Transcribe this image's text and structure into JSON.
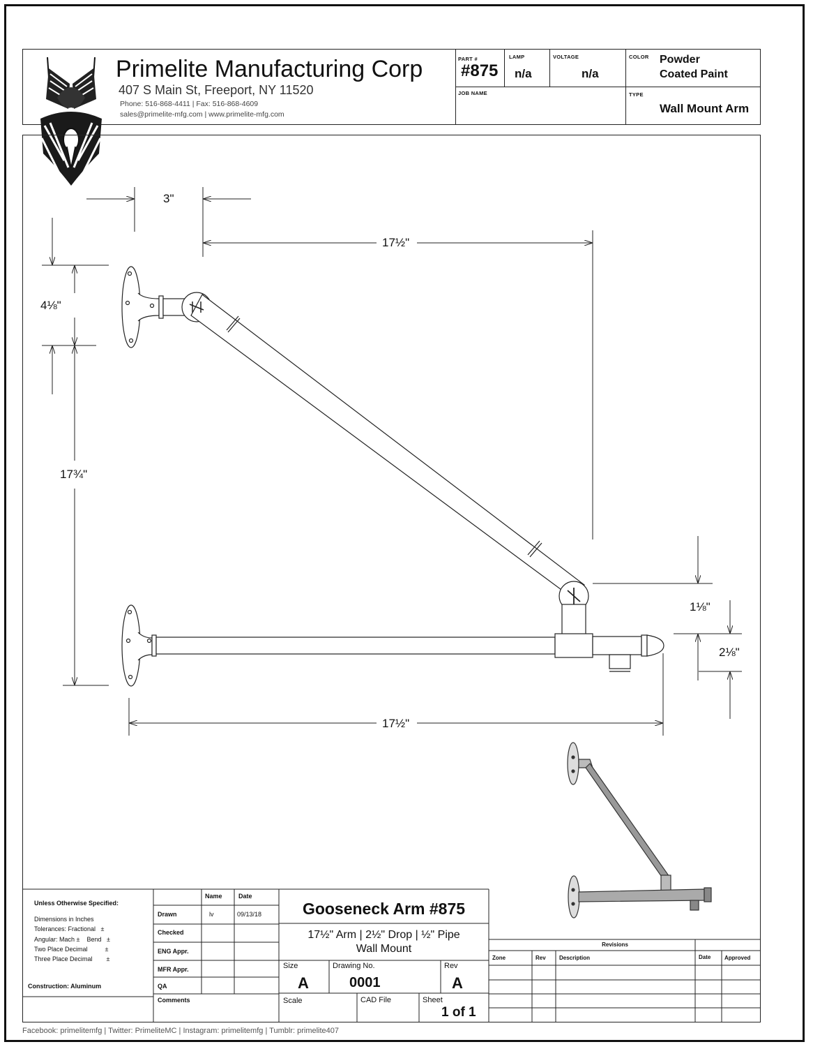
{
  "company": {
    "name": "Primelite Manufacturing Corp",
    "address": "407 S Main St, Freeport, NY 11520",
    "phone_fax": "Phone: 516-868-4411 | Fax: 516-868-4609",
    "email_web": "sales@primelite-mfg.com | www.primelite-mfg.com"
  },
  "header": {
    "part_label": "PART #",
    "part_value": "#875",
    "lamp_label": "LAMP",
    "lamp_value": "n/a",
    "voltage_label": "VOLTAGE",
    "voltage_value": "n/a",
    "color_label": "COLOR",
    "color_value_1": "Powder",
    "color_value_2": "Coated Paint",
    "job_label": "JOB NAME",
    "job_value": "",
    "type_label": "TYPE",
    "type_value": "Wall Mount Arm"
  },
  "dimensions": {
    "d_3": "3\"",
    "d_17h_top": "17½\"",
    "d_4_1_8": "4⅛\"",
    "d_17_3_4": "17¾\"",
    "d_1_1_8": "1⅛\"",
    "d_2_1_8": "2⅛\"",
    "d_17h_bottom": "17½\""
  },
  "title_block": {
    "spec_heading": "Unless Otherwise Specified:",
    "spec_lines": [
      "Dimensions in Inches",
      "Tolerances: Fractional   ±",
      "Angular: Mach ±    Bend   ±",
      "Two Place Decimal          ±",
      "Three Place Decimal        ±"
    ],
    "construction": "Construction: Aluminum",
    "col_name": "Name",
    "col_date": "Date",
    "rows": [
      {
        "label": "Drawn",
        "name": "lv",
        "date": "09/13/18"
      },
      {
        "label": "Checked",
        "name": "",
        "date": ""
      },
      {
        "label": "ENG Appr.",
        "name": "",
        "date": ""
      },
      {
        "label": "MFR Appr.",
        "name": "",
        "date": ""
      },
      {
        "label": "QA",
        "name": "",
        "date": ""
      }
    ],
    "comments": "Comments",
    "title": "Gooseneck Arm #875",
    "subtitle_1": "17½\" Arm | 2½\" Drop | ½\" Pipe",
    "subtitle_2": "Wall Mount",
    "size_label": "Size",
    "size_value": "A",
    "drawing_no_label": "Drawing  No.",
    "drawing_no_value": "0001",
    "rev_label": "Rev",
    "rev_value": "A",
    "scale_label": "Scale",
    "cad_label": "CAD File",
    "sheet_label": "Sheet",
    "sheet_value": "1 of 1",
    "revisions_label": "Revisions",
    "rev_cols": [
      "Zone",
      "Rev",
      "Description",
      "Date",
      "Approved"
    ]
  },
  "footer": "Facebook: primelitemfg | Twitter: PrimeliteMC | Instagram: primelitemfg | Tumblr: primelite407"
}
